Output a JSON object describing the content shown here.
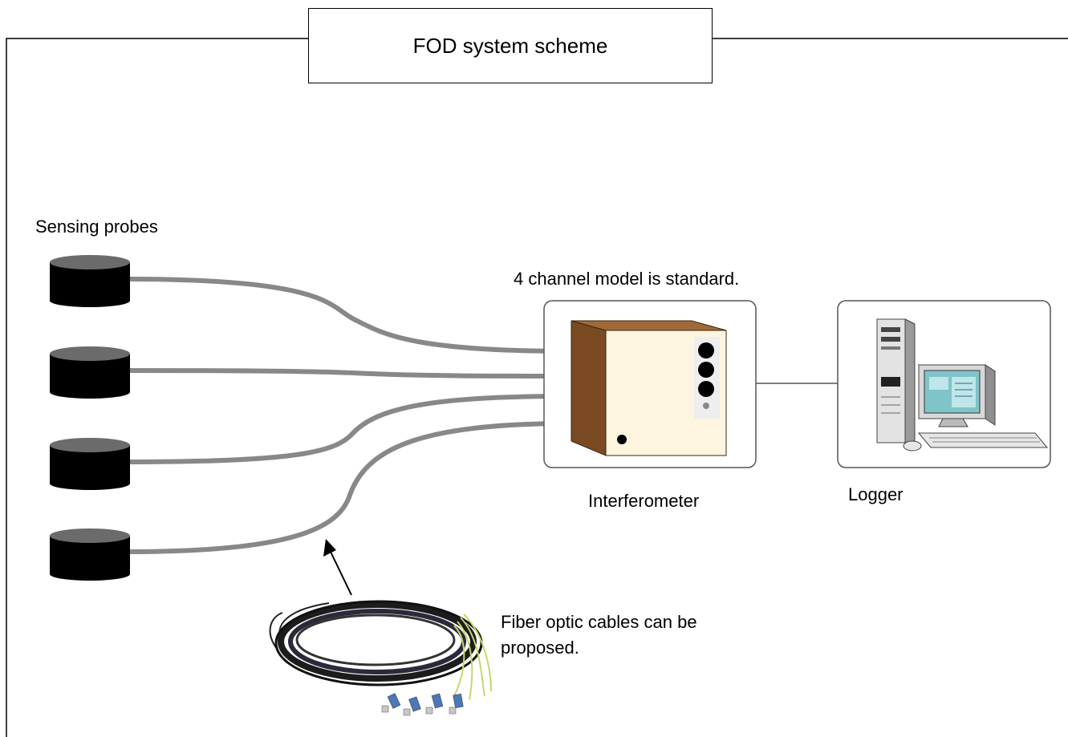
{
  "title": "FOD system scheme",
  "labels": {
    "sensing_probes": "Sensing probes",
    "channel_note": "4 channel model is standard.",
    "interferometer": "Interferometer",
    "logger": "Logger",
    "cables_line1": "Fiber optic cables can be",
    "cables_line2": "proposed."
  },
  "colors": {
    "cable": "#808080",
    "probe": "#000000",
    "interferometer_side": "#7a4a22",
    "interferometer_front": "#fdf5e0",
    "interferometer_panel": "#eeeeee"
  }
}
